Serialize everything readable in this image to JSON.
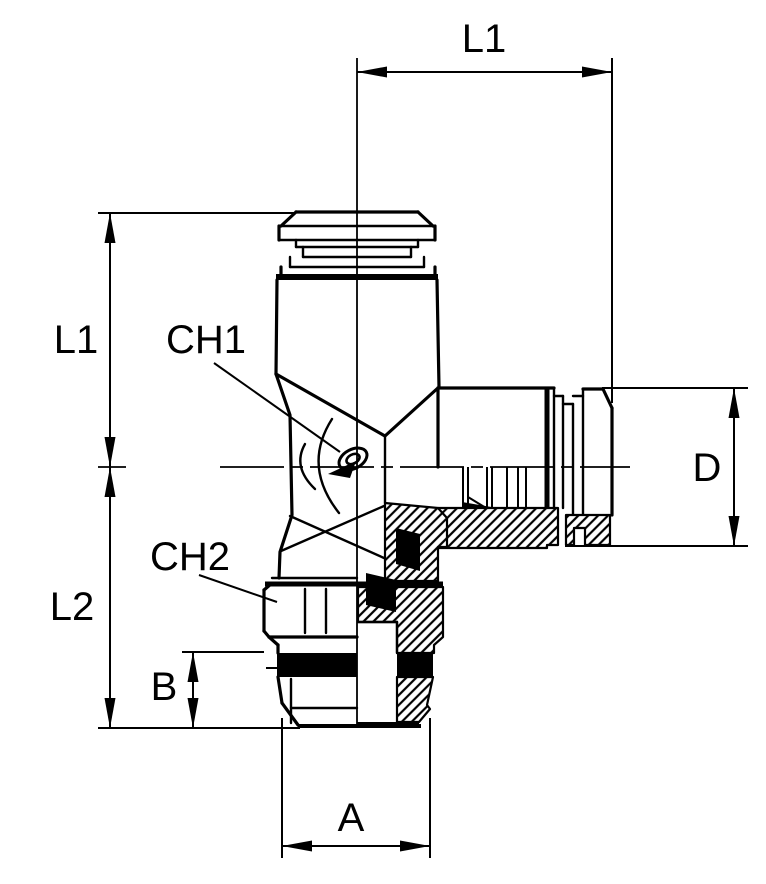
{
  "drawing": {
    "colors": {
      "ink": "#000000",
      "paper": "#ffffff"
    },
    "labels": {
      "l1_top": "L1",
      "l1_left": "L1",
      "l2_left": "L2",
      "ch1": "CH1",
      "ch2": "CH2",
      "b": "B",
      "a": "A",
      "d": "D"
    }
  }
}
